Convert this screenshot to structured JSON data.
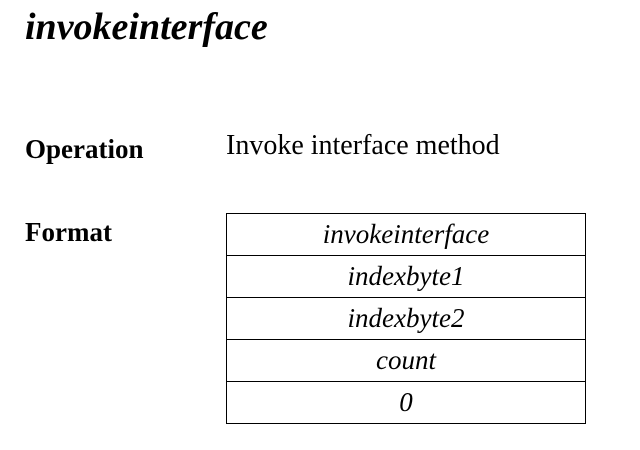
{
  "instruction": {
    "name": "invokeinterface"
  },
  "operation": {
    "label": "Operation",
    "description": "Invoke interface method"
  },
  "format": {
    "label": "Format",
    "rows": [
      "invokeinterface",
      "indexbyte1",
      "indexbyte2",
      "count",
      "0"
    ]
  }
}
